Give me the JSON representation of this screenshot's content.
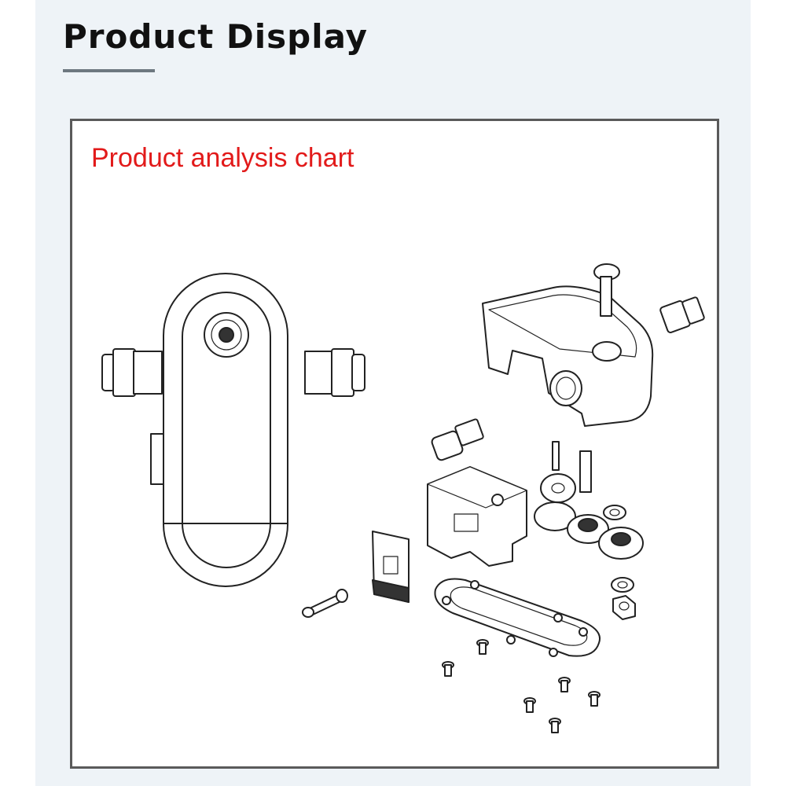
{
  "header": {
    "title": "Product Display"
  },
  "figure": {
    "title": "Product analysis chart",
    "title_color": "#e21a1a",
    "frame_color": "#5a5a5a",
    "panel_background": "#eef3f7",
    "parts": [
      "assembled-unit",
      "housing",
      "bolt",
      "push-fitting",
      "bracket",
      "pcb-board",
      "idler-wheel",
      "gears",
      "washers",
      "nut",
      "gasket-plate",
      "screws"
    ]
  }
}
